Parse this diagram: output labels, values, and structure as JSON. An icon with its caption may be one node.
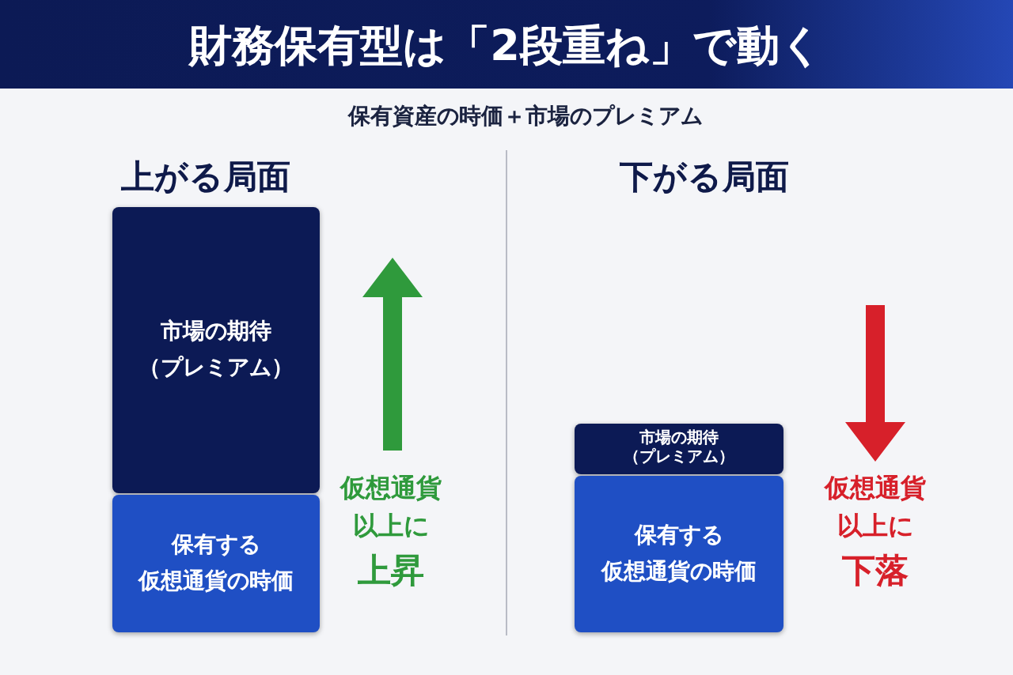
{
  "diagram": {
    "title": "財務保有型は「2段重ね」で動く",
    "nodes": [
      {
        "text": [
          "市場の期待",
          "（プレミアム）"
        ]
      },
      {
        "text": [
          "保有する",
          "仮想通貨の時価"
        ]
      },
      {
        "text": [
          "市場の期待",
          "（プレミアム）"
        ]
      },
      {
        "text": [
          "保有する",
          "仮想通貨の時価"
        ]
      }
    ],
    "labels": [
      "保有資産の時価＋市場のプレミアム",
      "上がる局面",
      "下がる局面",
      "仮想通貨",
      "以上に",
      "上昇",
      "仮想通貨",
      "以上に",
      "下落"
    ]
  }
}
